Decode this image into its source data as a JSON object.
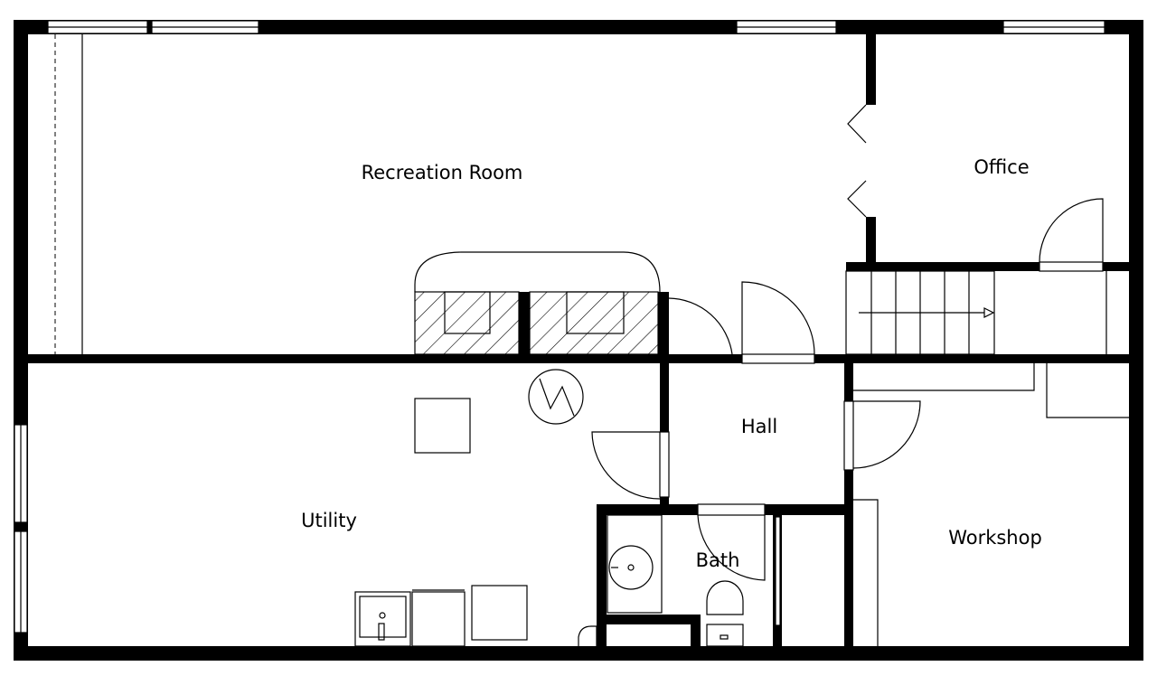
{
  "floor_plan": {
    "rooms": [
      {
        "id": "recreation",
        "label": "Recreation Room"
      },
      {
        "id": "office",
        "label": "Office"
      },
      {
        "id": "hall",
        "label": "Hall"
      },
      {
        "id": "utility",
        "label": "Utility"
      },
      {
        "id": "bath",
        "label": "Bath"
      },
      {
        "id": "workshop",
        "label": "Workshop"
      }
    ],
    "colors": {
      "wall": "#000000",
      "background": "#ffffff"
    }
  }
}
